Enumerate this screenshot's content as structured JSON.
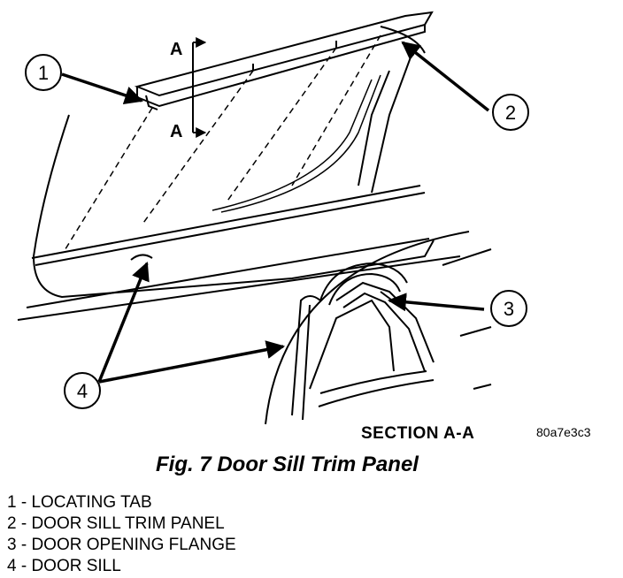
{
  "callouts": {
    "c1": "1",
    "c2": "2",
    "c3": "3",
    "c4": "4"
  },
  "section_marker": {
    "top": "A",
    "bottom": "A"
  },
  "section_caption": "SECTION A-A",
  "figure_code": "80a7e3c3",
  "figure_title": "Fig. 7 Door Sill Trim Panel",
  "legend": [
    "1 - LOCATING TAB",
    "2 - DOOR SILL TRIM PANEL",
    "3 - DOOR OPENING FLANGE",
    "4 - DOOR SILL"
  ]
}
